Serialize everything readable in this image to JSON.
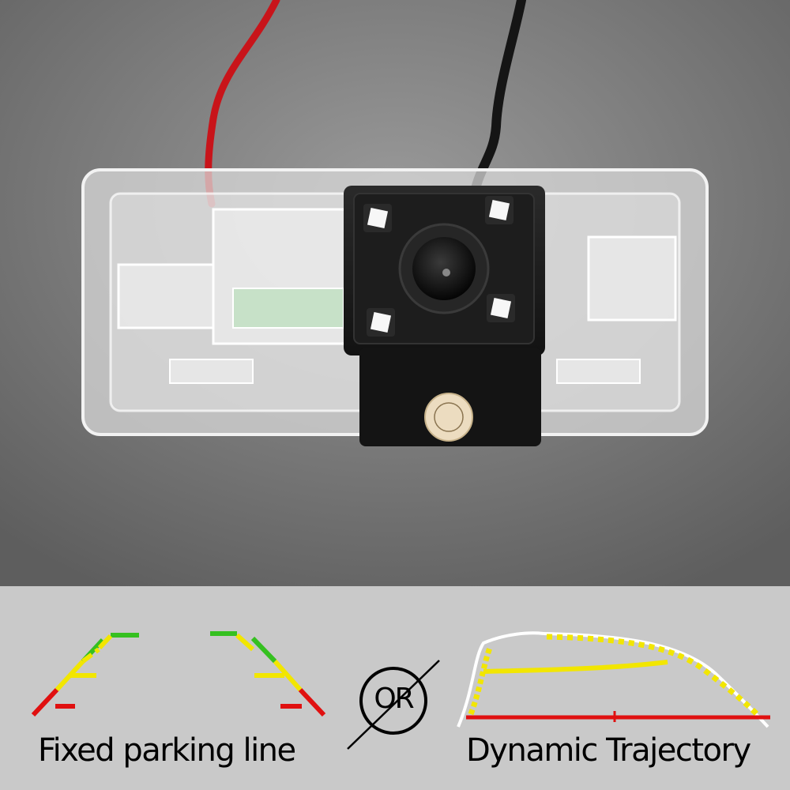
{
  "captions": {
    "left": "Fixed parking line",
    "or": "OR",
    "right": "Dynamic Trajectory"
  },
  "colors": {
    "panel_background": "#c9c9c9",
    "red": "#e01010",
    "yellow": "#f2e600",
    "green": "#35c020",
    "white": "#ffffff"
  }
}
